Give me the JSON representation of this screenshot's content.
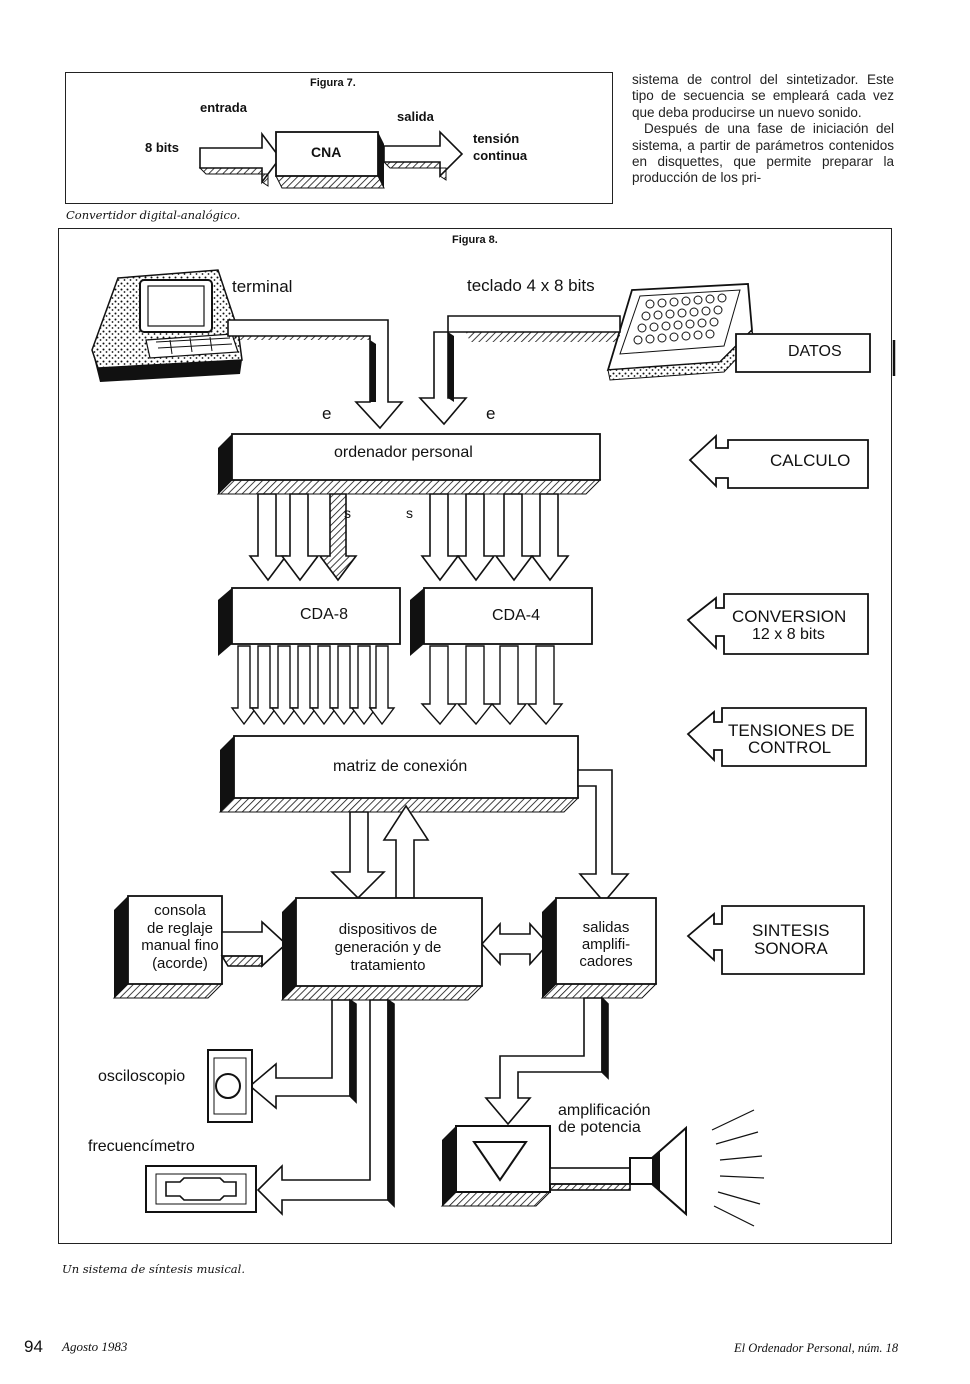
{
  "figure7": {
    "title": "Figura 7.",
    "input_label": "entrada",
    "output_label": "salida",
    "input_bits": "8 bits",
    "box_label": "CNA",
    "output_line1": "tensión",
    "output_line2": "continua",
    "caption": "Convertidor digital-analógico."
  },
  "body_text": {
    "p1": "sistema de control del sintetizador. Este tipo de secuencia se empleará cada vez que deba producirse un nuevo sonido.",
    "p2": "Después de una fase de iniciación del sistema, a partir de parámetros contenidos en disquettes, que permite preparar la producción de los pri-"
  },
  "figure8": {
    "title": "Figura 8.",
    "terminal": "terminal",
    "keyboard": "teclado 4 x 8 bits",
    "in_mark_1": "e",
    "in_mark_2": "e",
    "computer": "ordenador personal",
    "out_mark_1": "s",
    "out_mark_2": "s",
    "dac8": "CDA-8",
    "dac4": "CDA-4",
    "matrix": "matriz de conexión",
    "console_lines": [
      "consola",
      "de reglaje",
      "manual fino",
      "(acorde)"
    ],
    "devices_lines": [
      "dispositivos de",
      "generación y de",
      "tratamiento"
    ],
    "outputs_lines": [
      "salidas",
      "amplifi-",
      "cadores"
    ],
    "oscilloscope": "osciloscopio",
    "frequency_meter": "frecuencímetro",
    "power_amp_lines": [
      "amplificación",
      "de potencia"
    ],
    "side_labels": {
      "datos": "DATOS",
      "calculo": "CALCULO",
      "conversion_1": "CONVERSION",
      "conversion_2": "12 x 8 bits",
      "tensiones_1": "TENSIONES DE",
      "tensiones_2": "CONTROL",
      "sintesis_1": "SINTESIS",
      "sintesis_2": "SONORA"
    },
    "caption": "Un sistema de síntesis musical."
  },
  "footer": {
    "page_number": "94",
    "date": "Agosto 1983",
    "publication": "El Ordenador Personal, núm. 18"
  }
}
